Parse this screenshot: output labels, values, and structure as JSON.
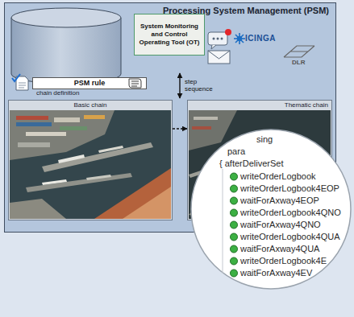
{
  "diagram": {
    "nodes": [
      {
        "text": [
          "Processing System Management (PSM)"
        ]
      },
      {
        "text": [
          "System Monitoring and Control Operating Tool (OT)"
        ],
        "in": 0
      },
      {
        "text": [
          "PSM rule",
          "chain definition"
        ],
        "in": 0
      },
      {
        "text": [
          "Basic chain"
        ],
        "in": 0
      },
      {
        "text": [
          "Thematic chain"
        ],
        "in": 0
      },
      {
        "text": [
          "sing",
          "para",
          "{ afterDeliverSet",
          "writeOrderLogbook",
          "writeOrderLogbook4EOP",
          "waitForAxway4EOP",
          "writeOrderLogbook4QNO",
          "waitForAxway4QNO",
          "writeOrderLogbook4QUA",
          "waitForAxway4QUA",
          "writeOrderLogbook4E",
          "waitForAxway4EV"
        ]
      }
    ],
    "edges": [
      {
        "from": 3,
        "to": 4,
        "arrow": "to"
      }
    ],
    "labels": [
      "ICINGA",
      "DLR",
      "step sequence"
    ]
  }
}
